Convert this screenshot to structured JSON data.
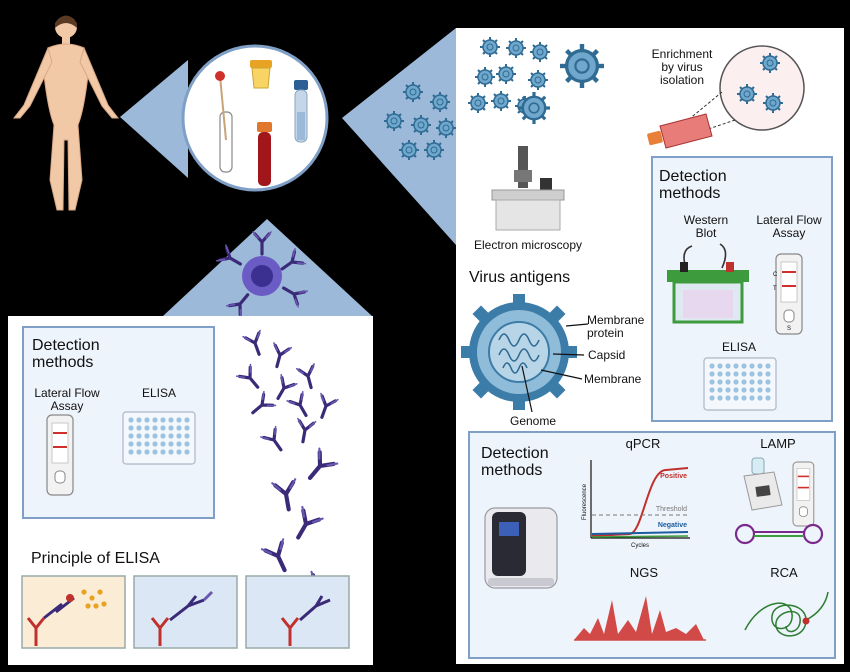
{
  "virus_panel": {
    "enrichment_line1": "Enrichment",
    "enrichment_line2": "by virus",
    "enrichment_line3": "isolation",
    "electron_microscopy": "Electron microscopy",
    "virus_antigens": "Virus antigens",
    "membrane_protein_line1": "Membrane",
    "membrane_protein_line2": "protein",
    "capsid": "Capsid",
    "membrane": "Membrane",
    "genome": "Genome"
  },
  "protein_detection": {
    "title_line1": "Detection",
    "title_line2": "methods",
    "western_blot_line1": "Western",
    "western_blot_line2": "Blot",
    "lfa_line1": "Lateral Flow",
    "lfa_line2": "Assay",
    "elisa": "ELISA"
  },
  "nucleic_detection": {
    "title_line1": "Detection",
    "title_line2": "methods",
    "qpcr": "qPCR",
    "lamp": "LAMP",
    "ngs": "NGS",
    "rca": "RCA",
    "positive": "Positive",
    "threshold": "Threshold",
    "negative": "Negative",
    "fluorescence": "Fluorescence",
    "cycles": "Cycles"
  },
  "antibody_panel": {
    "title_line1": "Detection",
    "title_line2": "methods",
    "lfa_line1": "Lateral Flow",
    "lfa_line2": "Assay",
    "elisa": "ELISA",
    "principle": "Principle of ELISA"
  },
  "strip_labels": {
    "c": "C",
    "t": "T",
    "s": "S"
  },
  "colors": {
    "panel_bg": "#ffffff",
    "box_bg": "#eef4fb",
    "box_border": "#7f9fc6",
    "callout_blue": "#9cb9d9",
    "virus_blue": "#3c7ca8",
    "antibody_purple": "#3a2a78",
    "positive_red": "#c0302c",
    "negative_blue": "#1b5ca0"
  }
}
